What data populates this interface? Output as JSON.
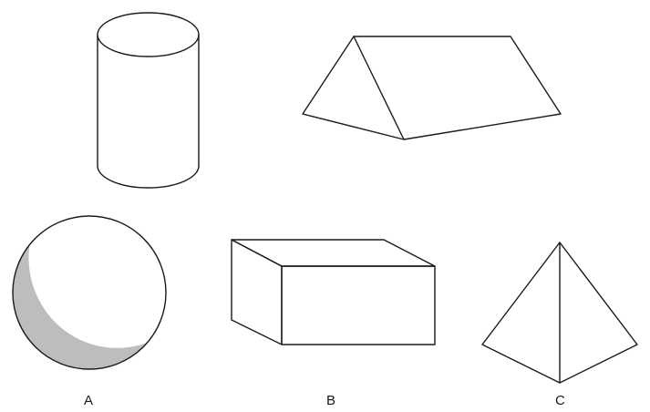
{
  "labels": {
    "a": "A",
    "b": "B",
    "c": "C"
  },
  "colors": {
    "line": "#1a1a1a",
    "shade": "#bdbdbd",
    "background": "#ffffff"
  }
}
